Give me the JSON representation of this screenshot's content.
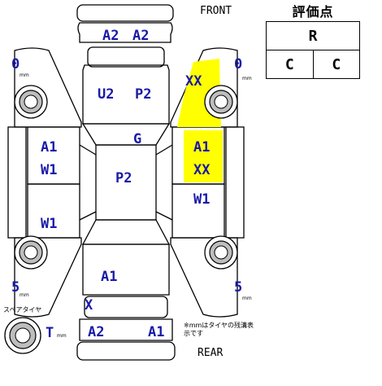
{
  "header": {
    "front_label": "FRONT",
    "rear_label": "REAR"
  },
  "rating": {
    "title": "評価点",
    "overall": "R",
    "interior": "C",
    "exterior": "C"
  },
  "tires": {
    "front_left": "0",
    "front_right": "0",
    "rear_left": "5",
    "rear_right": "5",
    "spare": "T",
    "unit": "mm",
    "spare_label": "スペアタイヤ"
  },
  "note": "※mmはタイヤの残溝表示です",
  "damage": {
    "front_bumper": [
      "A2",
      "A2"
    ],
    "roof": [
      "U2",
      "P2"
    ],
    "hood_right": "XX",
    "windshield": "G",
    "center": "P2",
    "left_front_door": [
      "A1",
      "W1"
    ],
    "left_rear_door": "W1",
    "right_front_door": [
      "A1",
      "XX"
    ],
    "right_rear_door": "W1",
    "trunk": "A1",
    "rear_left_corner": "X",
    "rear_bumper": [
      "A2",
      "A1"
    ]
  },
  "colors": {
    "highlight": "#ffff00",
    "label": "#1a1aa8",
    "line": "#000000"
  }
}
